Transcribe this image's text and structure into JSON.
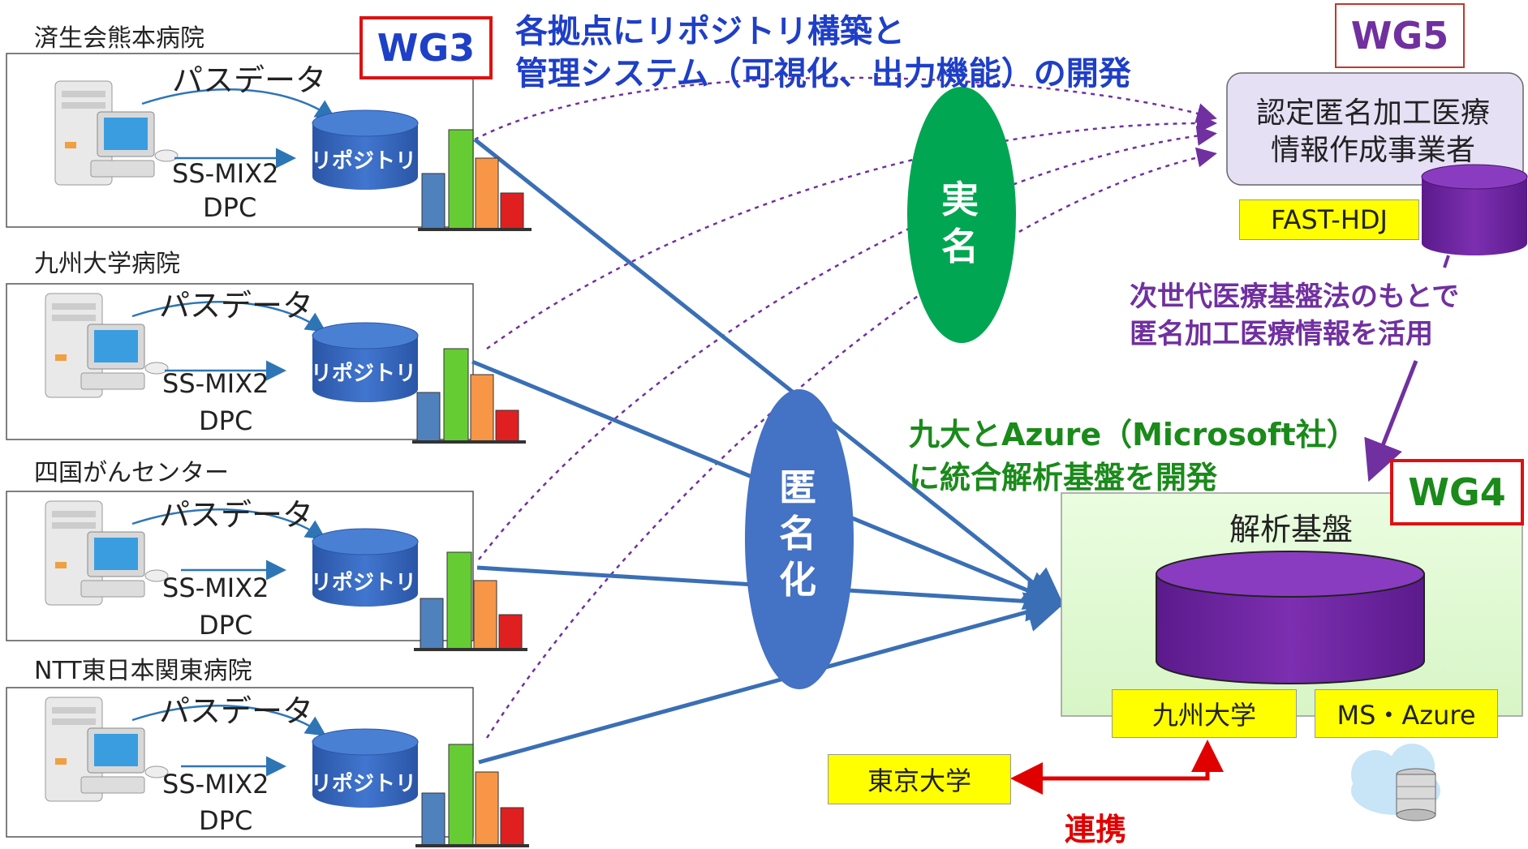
{
  "hospitals": [
    {
      "name": "済生会熊本病院"
    },
    {
      "name": "九州大学病院"
    },
    {
      "name": "四国がんセンター"
    },
    {
      "name": "NTT東日本関東病院"
    }
  ],
  "hospital_box": {
    "path_data_label": "パスデータ",
    "ssmix2_label": "SS-MIX2",
    "dpc_label": "DPC",
    "repository_label": "リポジトリ"
  },
  "wg3": {
    "label": "WG3",
    "description_line1": "各拠点にリポジトリ構築と",
    "description_line2": "管理システム（可視化、出力機能）の開発"
  },
  "wg5": {
    "label": "WG5",
    "agency_line1": "認定匿名加工医療",
    "agency_line2": "情報作成事業者",
    "fast_hdj": "FAST-HDJ",
    "note_line1": "次世代医療基盤法のもとで",
    "note_line2": "匿名加工医療情報を活用"
  },
  "real_name": {
    "line1": "実",
    "line2": "名"
  },
  "anonymize": {
    "line1": "匿",
    "line2": "名",
    "line3": "化"
  },
  "wg4": {
    "label": "WG4",
    "description_line1": "九大とAzure（Microsoft社）",
    "description_line2": "に統合解析基盤を開発",
    "platform_title": "解析基盤",
    "kyushu_univ": "九州大学",
    "ms_azure": "MS・Azure"
  },
  "tokyo_univ": "東京大学",
  "collaboration": "連携",
  "colors": {
    "blue_arrow": "#2e75b6",
    "purple_dashed": "#7030a0",
    "green_ellipse": "#00a651",
    "anonymize_ellipse": "#4472c4",
    "platform_bg": "#e2f9d6",
    "cylinder_purple": "#6a1b9a",
    "repo_blue": "#2f5eb0",
    "wg_border": "#d11111",
    "yellow_box": "#ffff00",
    "red_arrow": "#e00000"
  },
  "icons": [
    "server-computer-icon",
    "repository-cylinder-icon",
    "bar-chart-icon",
    "cloud-database-icon"
  ]
}
